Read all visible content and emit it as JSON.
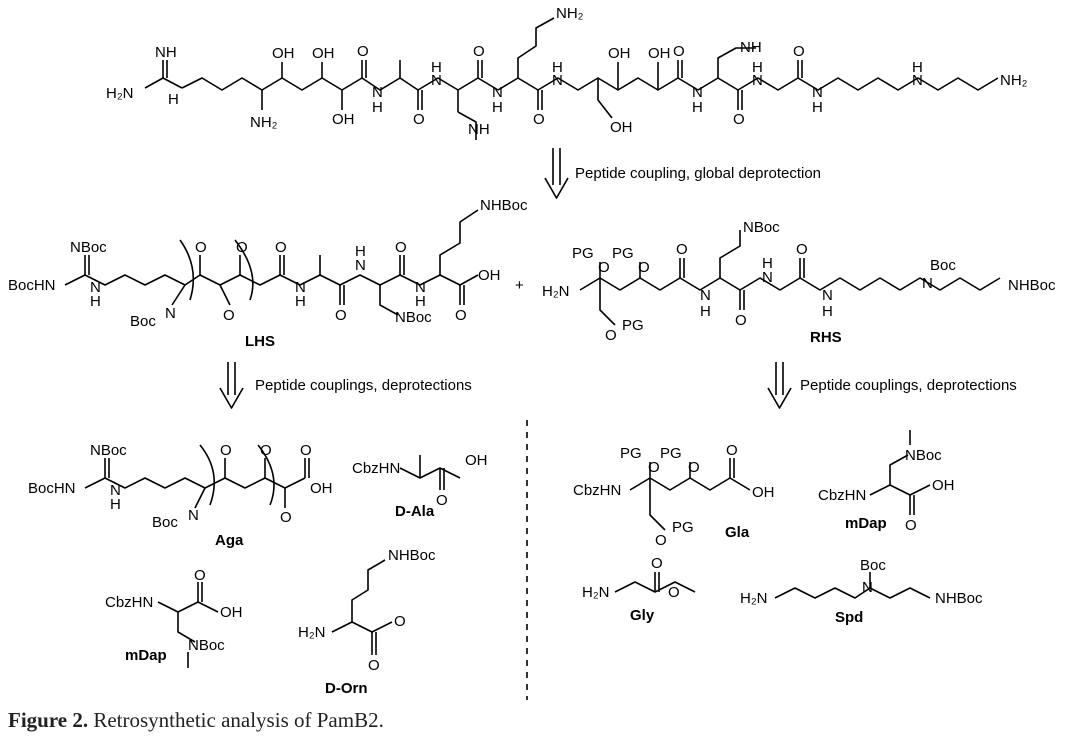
{
  "figure": {
    "number": "Figure 2.",
    "caption": "Retrosynthetic analysis of PamB2."
  },
  "steps": {
    "step1": "Peptide coupling, global deprotection",
    "step2_left": "Peptide couplings, deprotections",
    "step2_right": "Peptide couplings, deprotections"
  },
  "fragments": {
    "lhs": "LHS",
    "rhs": "RHS",
    "aga": "Aga",
    "d_ala": "D-Ala",
    "mdap_left": "mDap",
    "d_orn": "D-Orn",
    "gla": "Gla",
    "mdap_right": "mDap",
    "gly": "Gly",
    "spd": "Spd"
  },
  "atoms": {
    "nh": "NH",
    "nh2": "NH",
    "h2n": "H₂N",
    "nh2sub": "NH₂",
    "oh": "OH",
    "o": "O",
    "n": "N",
    "h": "H",
    "nboc": "NBoc",
    "nhboc": "NHBoc",
    "bochn": "BocHN",
    "boc": "Boc",
    "cbzhn": "CbzHN",
    "pg": "PG",
    "plus": "+"
  }
}
